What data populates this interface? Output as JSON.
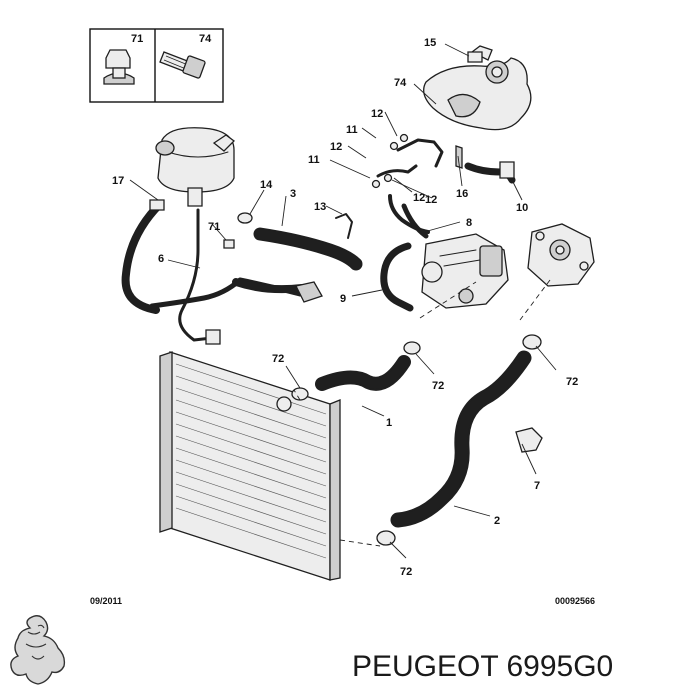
{
  "inset_labels": [
    "71",
    "74"
  ],
  "callouts": {
    "c15": "15",
    "c74": "74",
    "c12a": "12",
    "c11a": "11",
    "c12b": "12",
    "c11b": "11",
    "c12c": "12",
    "c16": "16",
    "c12d": "12",
    "c10": "10",
    "c17": "17",
    "c14": "14",
    "c3": "3",
    "c13": "13",
    "c8": "8",
    "c71": "71",
    "c6": "6",
    "c9": "9",
    "c72a": "72",
    "c72b": "72",
    "c72c": "72",
    "c1": "1",
    "c7": "7",
    "c2": "2",
    "c72d": "72"
  },
  "footer": {
    "date": "09/2011",
    "ref": "00092566"
  },
  "brand": {
    "logo_icon": "peugeot-lion-icon",
    "caption": "PEUGEOT 6995G0"
  }
}
